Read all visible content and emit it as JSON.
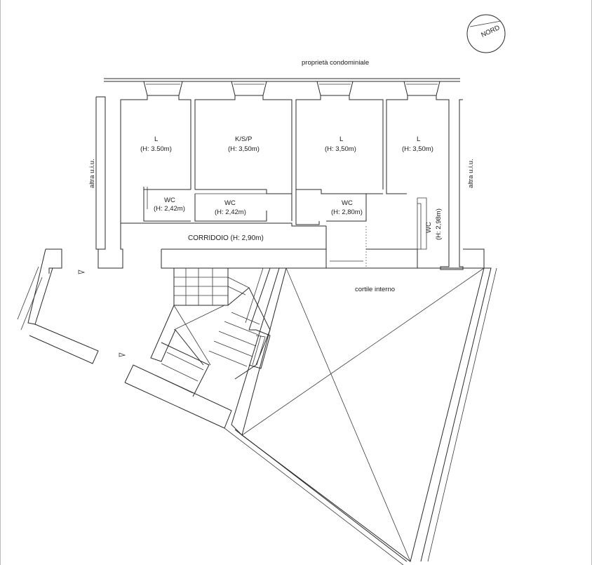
{
  "compass": {
    "label": "NORD"
  },
  "top_label": "proprietà condominiale",
  "side_labels": {
    "left": "altra u.i.u.",
    "right": "altra u.i.u."
  },
  "rooms": [
    {
      "id": "l1",
      "name": "L",
      "height": "(H: 3.50m)"
    },
    {
      "id": "ksp",
      "name": "K/S/P",
      "height": "(H: 3,50m)"
    },
    {
      "id": "l2",
      "name": "L",
      "height": "(H: 3,50m)"
    },
    {
      "id": "l3",
      "name": "L",
      "height": "(H: 3,50m)"
    },
    {
      "id": "wc1",
      "name": "WC",
      "height": "(H: 2,42m)"
    },
    {
      "id": "wc2",
      "name": "WC",
      "height": "(H: 2,42m)"
    },
    {
      "id": "wc3",
      "name": "WC",
      "height": "(H: 2,80m)"
    },
    {
      "id": "wc4",
      "name": "WC",
      "height": "(H: 2,98m)"
    }
  ],
  "corridor": "CORRIDOIO (H: 2,90m)",
  "courtyard": "cortile interno"
}
